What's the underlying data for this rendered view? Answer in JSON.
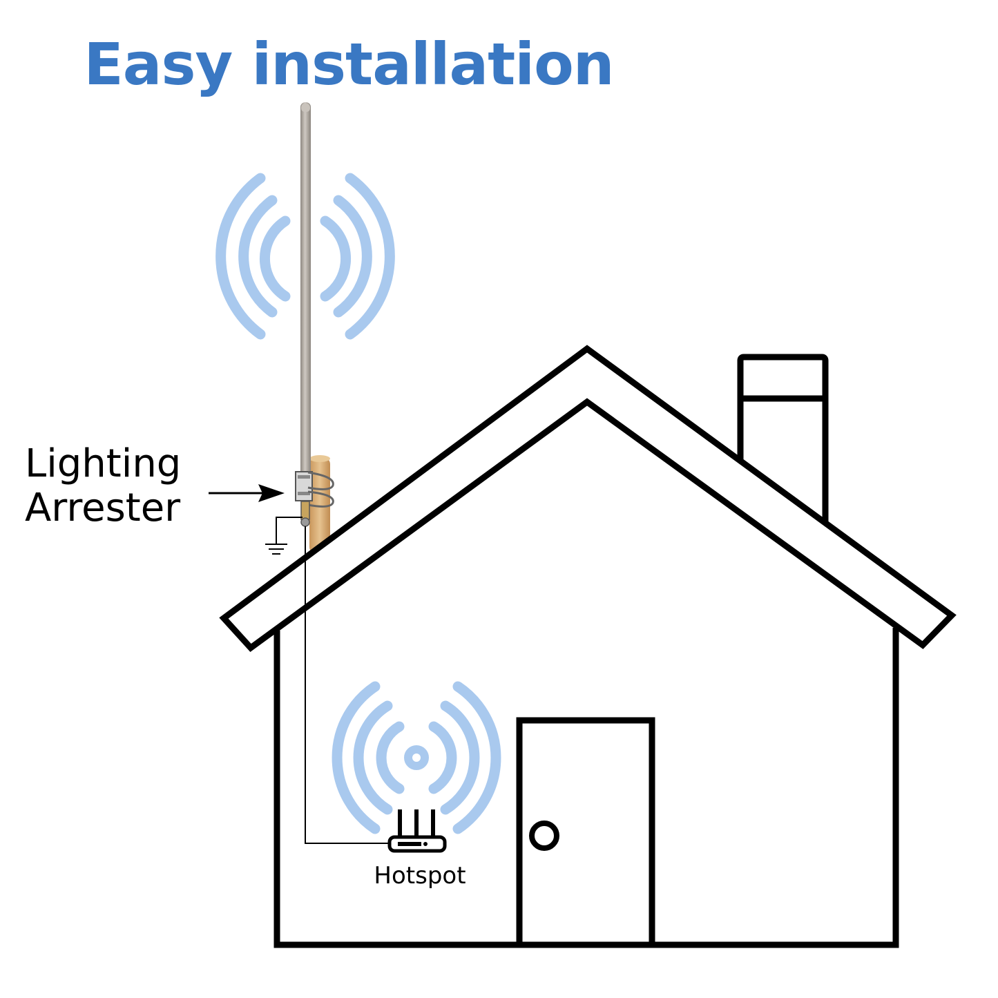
{
  "title": "Easy installation",
  "labels": {
    "arrester_line1": "Lighting",
    "arrester_line2": "Arrester",
    "hotspot": "Hotspot"
  },
  "icons": {
    "antenna": "antenna-icon",
    "signal_waves": "signal-waves-icon",
    "house": "house-icon",
    "router": "router-icon",
    "ground": "ground-icon",
    "arrow": "arrow-right-icon"
  },
  "colors": {
    "title": "#3a78c3",
    "waves": "#a9c9ee",
    "outline": "#000000",
    "antenna": "#b0aaa3",
    "wood_post": "#dbb37e"
  }
}
